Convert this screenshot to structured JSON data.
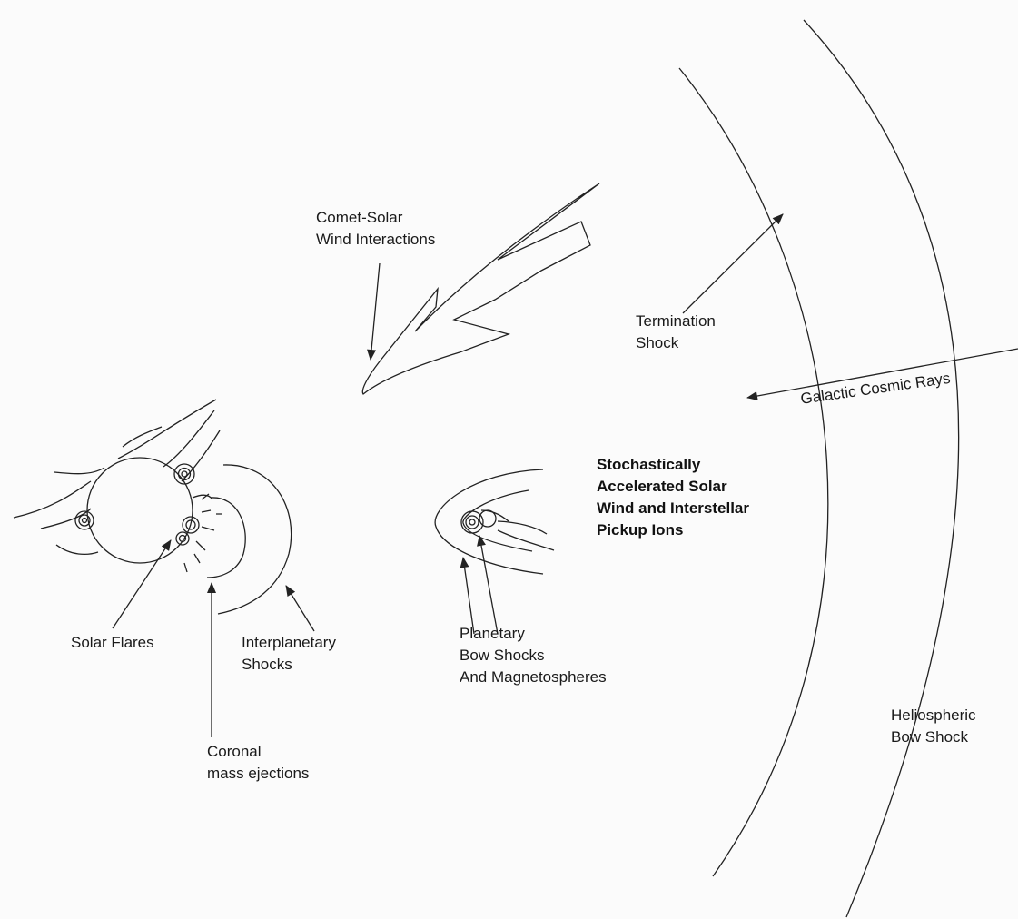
{
  "labels": {
    "comet": "Comet-Solar\nWind Interactions",
    "termination": "Termination\nShock",
    "cosmic_rays": "Galactic Cosmic Rays",
    "stochastic": "Stochastically\nAccelerated Solar\nWind and Interstellar\nPickup Ions",
    "solar_flares": "Solar Flares",
    "interplanetary": "Interplanetary\nShocks",
    "planetary": "Planetary\nBow Shocks\nAnd Magnetospheres",
    "coronal": "Coronal\nmass ejections",
    "heliospheric": "Heliospheric\nBow Shock"
  }
}
